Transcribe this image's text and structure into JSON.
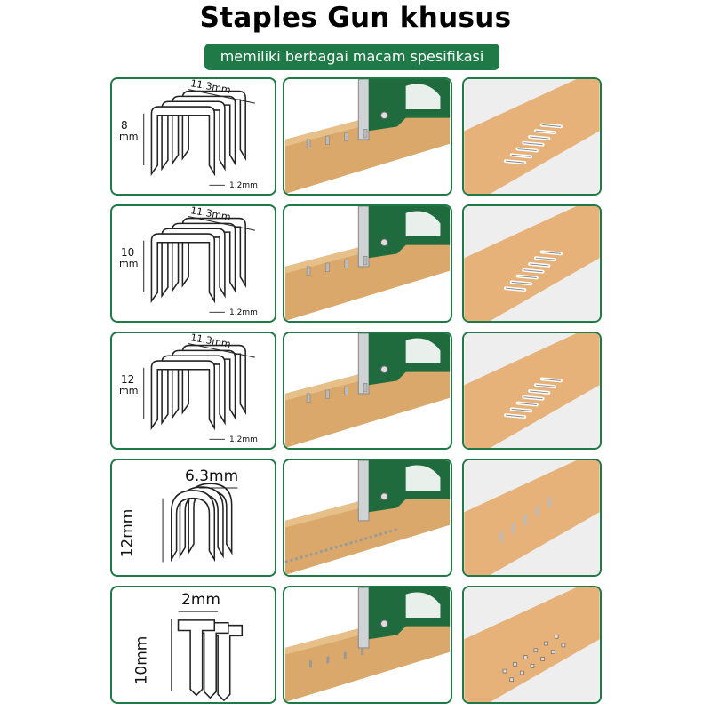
{
  "header": {
    "title": "Staples Gun khusus",
    "subtitle": "memiliki berbagai macam spesifikasi"
  },
  "rows": [
    {
      "type": "flat",
      "width": "11.3mm",
      "height_value": "8",
      "height_unit": "mm",
      "wire": "1.2mm"
    },
    {
      "type": "flat",
      "width": "11.3mm",
      "height_value": "10",
      "height_unit": "mm",
      "wire": "1.2mm"
    },
    {
      "type": "flat",
      "width": "11.3mm",
      "height_value": "12",
      "height_unit": "mm",
      "wire": "1.2mm"
    },
    {
      "type": "u",
      "width": "6.3mm",
      "height": "12mm"
    },
    {
      "type": "t",
      "width": "2mm",
      "height": "10mm"
    }
  ],
  "colors": {
    "accent": "#1f7a47",
    "wood": "#d9a86a",
    "gun": "#1f6b3e"
  }
}
